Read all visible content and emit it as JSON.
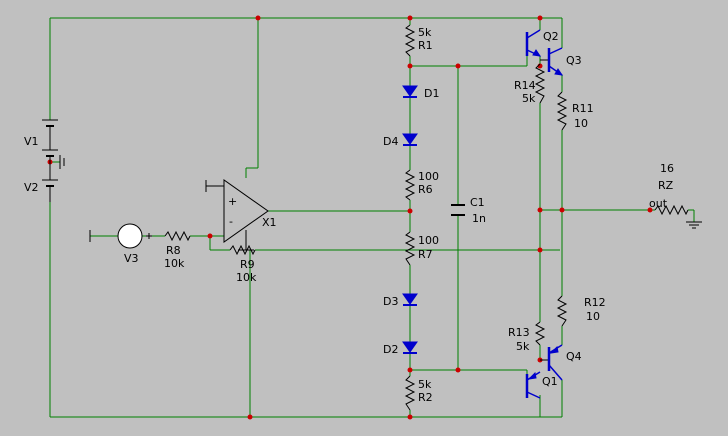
{
  "components": {
    "V1": {
      "ref": "V1"
    },
    "V2": {
      "ref": "V2"
    },
    "V3": {
      "ref": "V3"
    },
    "R1": {
      "ref": "R1",
      "value": "5k"
    },
    "R2": {
      "ref": "R2",
      "value": "5k"
    },
    "R6": {
      "ref": "R6",
      "value": "100"
    },
    "R7": {
      "ref": "R7",
      "value": "100"
    },
    "R8": {
      "ref": "R8",
      "value": "10k"
    },
    "R9": {
      "ref": "R9",
      "value": "10k"
    },
    "R11": {
      "ref": "R11",
      "value": "10"
    },
    "R12": {
      "ref": "R12",
      "value": "10"
    },
    "R13": {
      "ref": "R13",
      "value": "5k"
    },
    "R14": {
      "ref": "R14",
      "value": "5k"
    },
    "RZ": {
      "ref": "RZ",
      "value": "16"
    },
    "C1": {
      "ref": "C1",
      "value": "1n"
    },
    "D1": {
      "ref": "D1"
    },
    "D2": {
      "ref": "D2"
    },
    "D3": {
      "ref": "D3"
    },
    "D4": {
      "ref": "D4"
    },
    "Q1": {
      "ref": "Q1"
    },
    "Q2": {
      "ref": "Q2"
    },
    "Q3": {
      "ref": "Q3"
    },
    "Q4": {
      "ref": "Q4"
    },
    "X1": {
      "ref": "X1"
    }
  },
  "net_labels": {
    "out": "out"
  },
  "opamp_signs": {
    "plus": "+",
    "minus": "-"
  },
  "colors": {
    "wire": "#008000",
    "component": "#000000",
    "semiconductor": "#0000cc",
    "node": "#cc0000",
    "background": "#c0c0c0"
  }
}
